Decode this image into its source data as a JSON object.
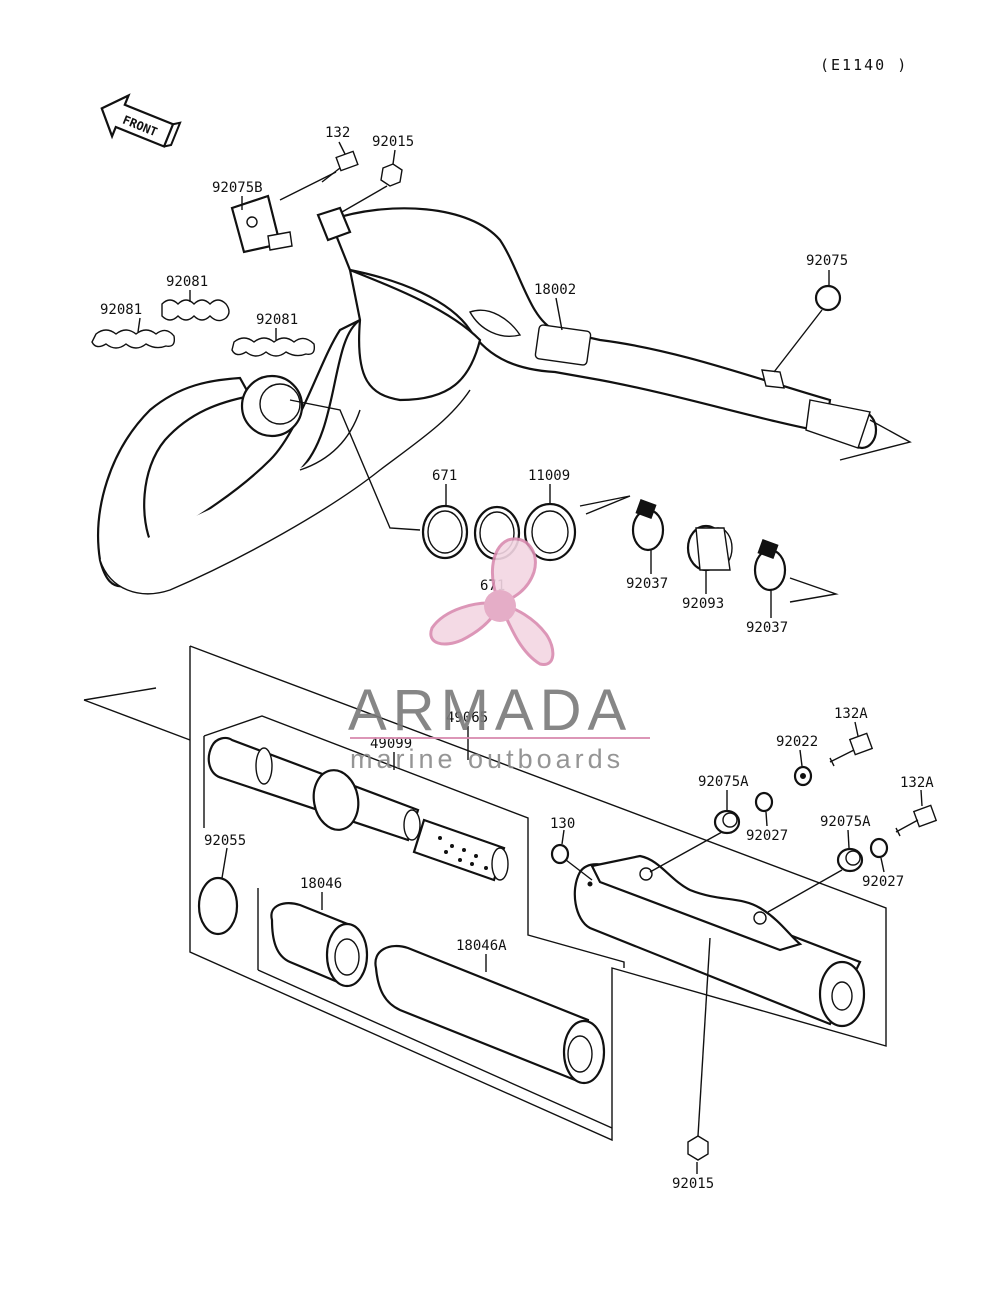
{
  "diagram": {
    "reference_code": "(E1140 )",
    "front_arrow_label": "FRONT",
    "labels": {
      "p132": "132",
      "p92015_top": "92015",
      "p92075B": "92075B",
      "p92081_a": "92081",
      "p92081_b": "92081",
      "p92081_c": "92081",
      "p18002": "18002",
      "p92075": "92075",
      "p671_a": "671",
      "p671_b": "671",
      "p11009": "11009",
      "p92037_a": "92037",
      "p92093": "92093",
      "p92037_b": "92037",
      "p49065": "49065",
      "p49099": "49099",
      "p92055": "92055",
      "p18046": "18046",
      "p18046A": "18046A",
      "p130": "130",
      "p92022": "92022",
      "p132A_a": "132A",
      "p132A_b": "132A",
      "p92075A_a": "92075A",
      "p92027_a": "92027",
      "p92075A_b": "92075A",
      "p92027_b": "92027",
      "p92015_bottom": "92015"
    }
  },
  "watermark": {
    "brand": "ARMADA",
    "tagline": "marine outboards",
    "accent_color": "#d98bb0",
    "text_color": "#7a7a7a"
  }
}
